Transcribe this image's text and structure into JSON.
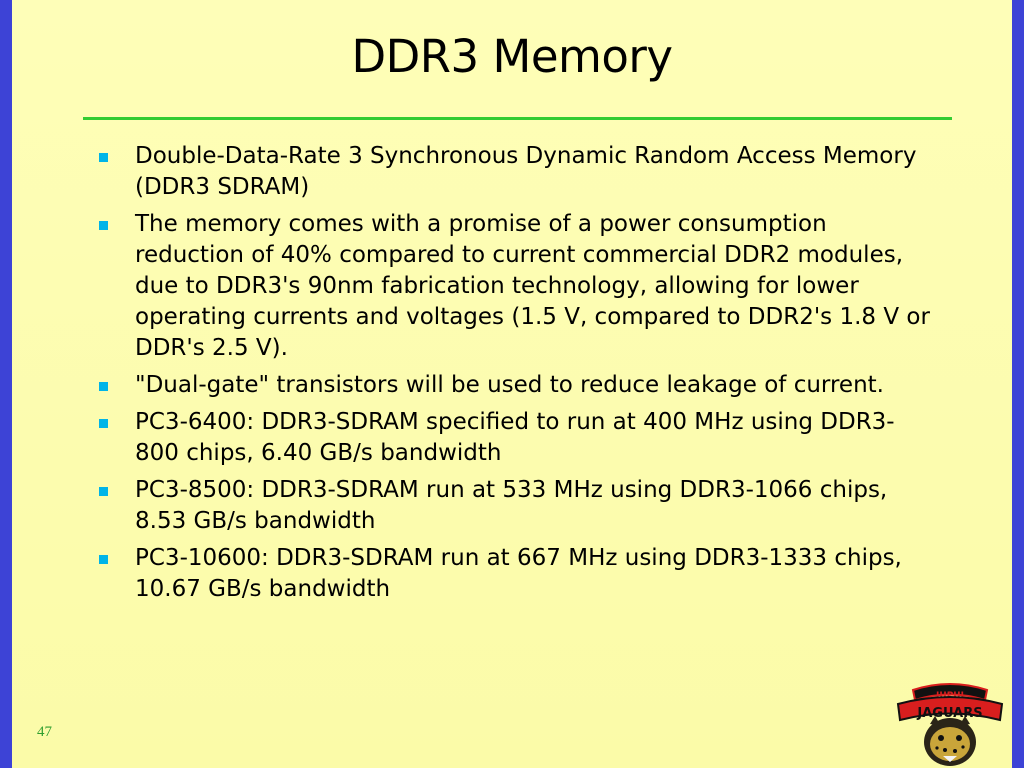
{
  "slide": {
    "title": "DDR3 Memory",
    "number": "47",
    "bullets": [
      "Double-Data-Rate 3 Synchronous Dynamic Random Access Memory (DDR3 SDRAM)",
      "The memory comes with a promise of a power consumption reduction of 40% compared to current commercial DDR2 modules, due to DDR3's 90nm fabrication technology, allowing for lower operating currents and voltages (1.5 V, compared to DDR2's 1.8 V or DDR's 2.5 V).",
      "\"Dual-gate\" transistors will be used to reduce leakage of current.",
      "PC3-6400: DDR3-SDRAM specified to run at 400 MHz using DDR3-800 chips, 6.40 GB/s bandwidth",
      "PC3-8500: DDR3-SDRAM run at 533 MHz using DDR3-1066 chips, 8.53 GB/s bandwidth",
      "PC3-10600: DDR3-SDRAM run at 667 MHz using DDR3-1333 chips, 10.67 GB/s bandwidth"
    ]
  },
  "logo": {
    "text_top": "IUPUI",
    "text_main": "JAGUARS",
    "icon": "jaguar-mascot-icon"
  },
  "colors": {
    "background": "#fdfdb2",
    "side_bars": "#3d43d6",
    "title_rule": "#33cc33",
    "bullet_marker": "#00b4e8",
    "slide_number": "#2f9e2f",
    "logo_red": "#d81e1e",
    "logo_black": "#111111"
  }
}
